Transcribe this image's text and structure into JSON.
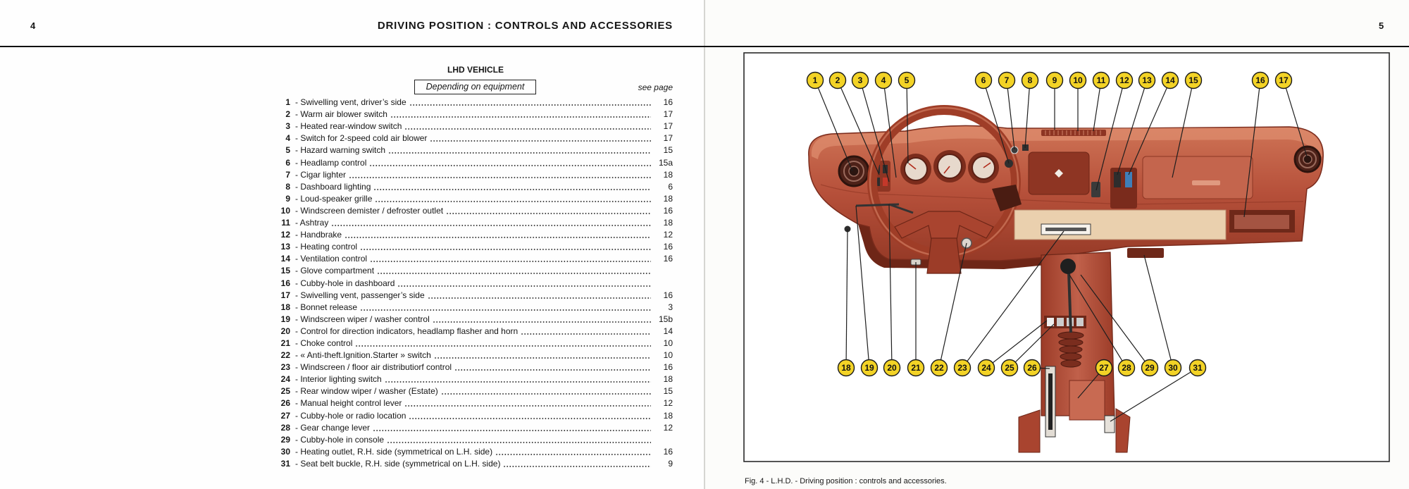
{
  "left_page": {
    "page_number": "4",
    "title": "DRIVING POSITION : CONTROLS AND ACCESSORIES",
    "section_heading": "LHD VEHICLE",
    "equipment_note": "Depending on equipment",
    "see_page_label": "see page",
    "items": [
      {
        "num": "1",
        "label": "- Swivelling vent, driver’s side",
        "page": "16"
      },
      {
        "num": "2",
        "label": "- Warm air blower switch",
        "page": "17"
      },
      {
        "num": "3",
        "label": "- Heated rear-window switch",
        "page": "17"
      },
      {
        "num": "4",
        "label": "- Switch for 2-speed cold air blower",
        "page": "17"
      },
      {
        "num": "5",
        "label": "- Hazard warning switch",
        "page": "15"
      },
      {
        "num": "6",
        "label": "- Headlamp control",
        "page": "15a"
      },
      {
        "num": "7",
        "label": "- Cigar lighter",
        "page": "18"
      },
      {
        "num": "8",
        "label": "- Dashboard lighting",
        "page": "6"
      },
      {
        "num": "9",
        "label": "- Loud-speaker grille",
        "page": "18"
      },
      {
        "num": "10",
        "label": "- Windscreen demister / defroster outlet",
        "page": "16"
      },
      {
        "num": "11",
        "label": "- Ashtray",
        "page": "18"
      },
      {
        "num": "12",
        "label": "- Handbrake",
        "page": "12"
      },
      {
        "num": "13",
        "label": "- Heating control",
        "page": "16"
      },
      {
        "num": "14",
        "label": "- Ventilation control",
        "page": "16"
      },
      {
        "num": "15",
        "label": "- Glove compartment"
      },
      {
        "num": "16",
        "label": "- Cubby-hole in dashboard"
      },
      {
        "num": "17",
        "label": "- Swivelling vent, passenger’s side",
        "page": "16"
      },
      {
        "num": "18",
        "label": "- Bonnet release",
        "page": "3"
      },
      {
        "num": "19",
        "label": "- Windscreen wiper / washer control",
        "page": "15b"
      },
      {
        "num": "20",
        "label": "- Control for direction indicators, headlamp flasher and horn",
        "page": "14"
      },
      {
        "num": "21",
        "label": "- Choke control",
        "page": "10"
      },
      {
        "num": "22",
        "label": "- « Anti-theft.Ignition.Starter » switch",
        "page": "10"
      },
      {
        "num": "23",
        "label": "- Windscreen / floor air distributiorf control",
        "page": "16"
      },
      {
        "num": "24",
        "label": "- Interior lighting switch",
        "page": "18"
      },
      {
        "num": "25",
        "label": "- Rear window wiper / washer (Estate)",
        "page": "15"
      },
      {
        "num": "26",
        "label": "- Manual height control lever",
        "page": "12"
      },
      {
        "num": "27",
        "label": "- Cubby-hole or radio location",
        "page": "18"
      },
      {
        "num": "28",
        "label": "- Gear change lever",
        "page": "12"
      },
      {
        "num": "29",
        "label": "- Cubby-hole in console"
      },
      {
        "num": "30",
        "label": "- Heating outlet, R.H. side (symmetrical on L.H. side)",
        "page": "16"
      },
      {
        "num": "31",
        "label": "- Seat belt buckle, R.H. side (symmetrical on L.H. side)",
        "page": "9"
      }
    ]
  },
  "right_page": {
    "page_number": "5",
    "figure": {
      "callouts": [
        "1",
        "2",
        "3",
        "4",
        "5",
        "6",
        "7",
        "8",
        "9",
        "10",
        "11",
        "12",
        "13",
        "14",
        "15",
        "16",
        "17",
        "18",
        "19",
        "20",
        "21",
        "22",
        "23",
        "24",
        "25",
        "26",
        "27",
        "28",
        "29",
        "30",
        "31"
      ],
      "caption": "Fig. 4 - L.H.D. - Driving position : controls and accessories."
    }
  },
  "colors": {
    "callout_fill": "#f3d326",
    "callout_stroke": "#1a1a1a",
    "dashboard": "#b6503a"
  }
}
